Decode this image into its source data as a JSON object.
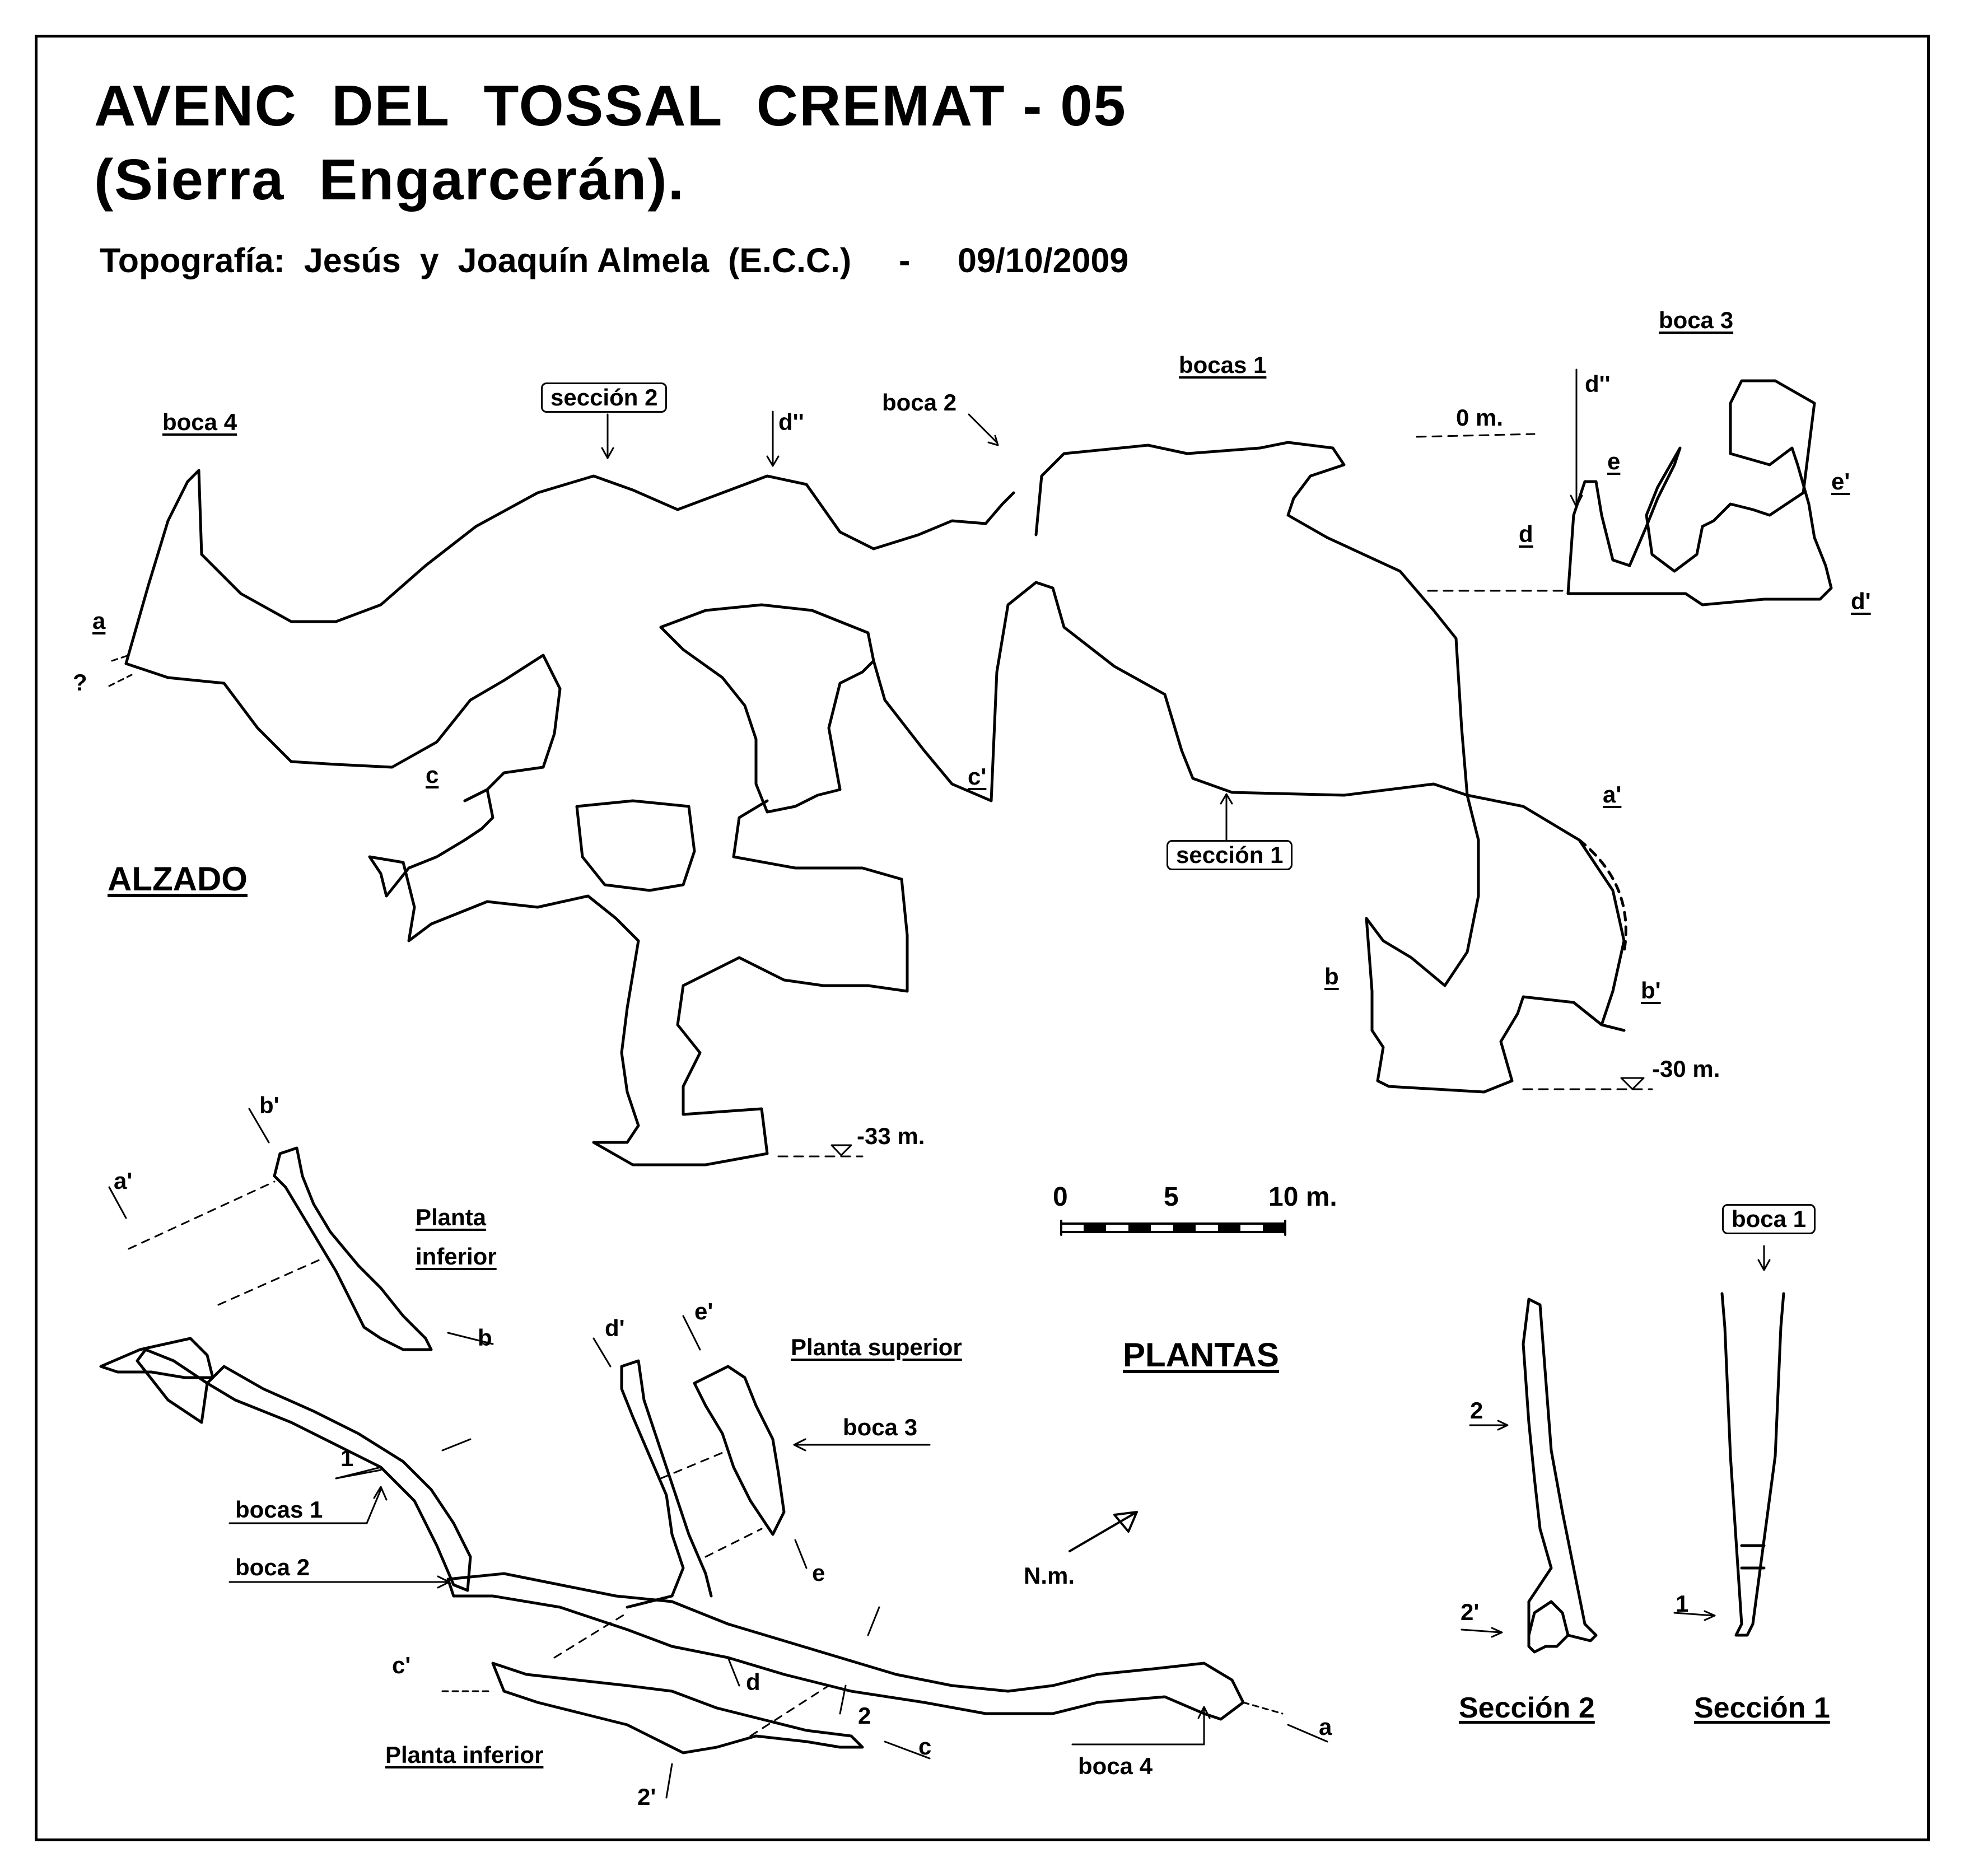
{
  "title": {
    "line1": "AVENC  DEL  TOSSAL  CREMAT - 05",
    "line2": "(Sierra  Engarcerán).",
    "credits": "Topografía:  Jesús  y  Joaquín Almela  (E.C.C.)     -     09/10/2009"
  },
  "alzado": {
    "heading": "ALZADO",
    "boca4": "boca 4",
    "seccion2_tag": "sección 2",
    "d2_top": "d''",
    "boca2": "boca 2",
    "bocas1": "bocas 1",
    "boca3": "boca 3",
    "zero": "0 m.",
    "d2_right": "d''",
    "e": "e",
    "d": "d",
    "e_prime": "e'",
    "d_prime": "d'",
    "a": "a",
    "question": "?",
    "c": "c",
    "c_prime": "c'",
    "a_prime": "a'",
    "seccion1_tag": "sección 1",
    "b": "b",
    "b_prime": "b'",
    "minus30": "-30 m.",
    "minus33": "-33 m."
  },
  "scale": {
    "n0": "0",
    "n5": "5",
    "n10": "10 m."
  },
  "plantas": {
    "heading": "PLANTAS",
    "b_prime": "b'",
    "a_prime": "a'",
    "planta_inferior_top_1": "Planta",
    "planta_inferior_top_2": "inferior",
    "b": "b",
    "d_prime": "d'",
    "e_prime": "e'",
    "planta_superior": "Planta superior",
    "boca3": "boca 3",
    "one": "1",
    "bocas1": "bocas 1",
    "boca2": "boca 2",
    "e": "e",
    "north": "N.m.",
    "c_prime": "c'",
    "d": "d",
    "two": "2",
    "planta_inferior_bottom": "Planta inferior",
    "two_prime": "2'",
    "c": "c",
    "boca4": "boca 4",
    "a": "a"
  },
  "secciones": {
    "boca1_tag": "boca 1",
    "s2_two": "2",
    "s2_two_prime": "2'",
    "s1_one": "1",
    "seccion2": "Sección  2",
    "seccion1": "Sección  1"
  }
}
